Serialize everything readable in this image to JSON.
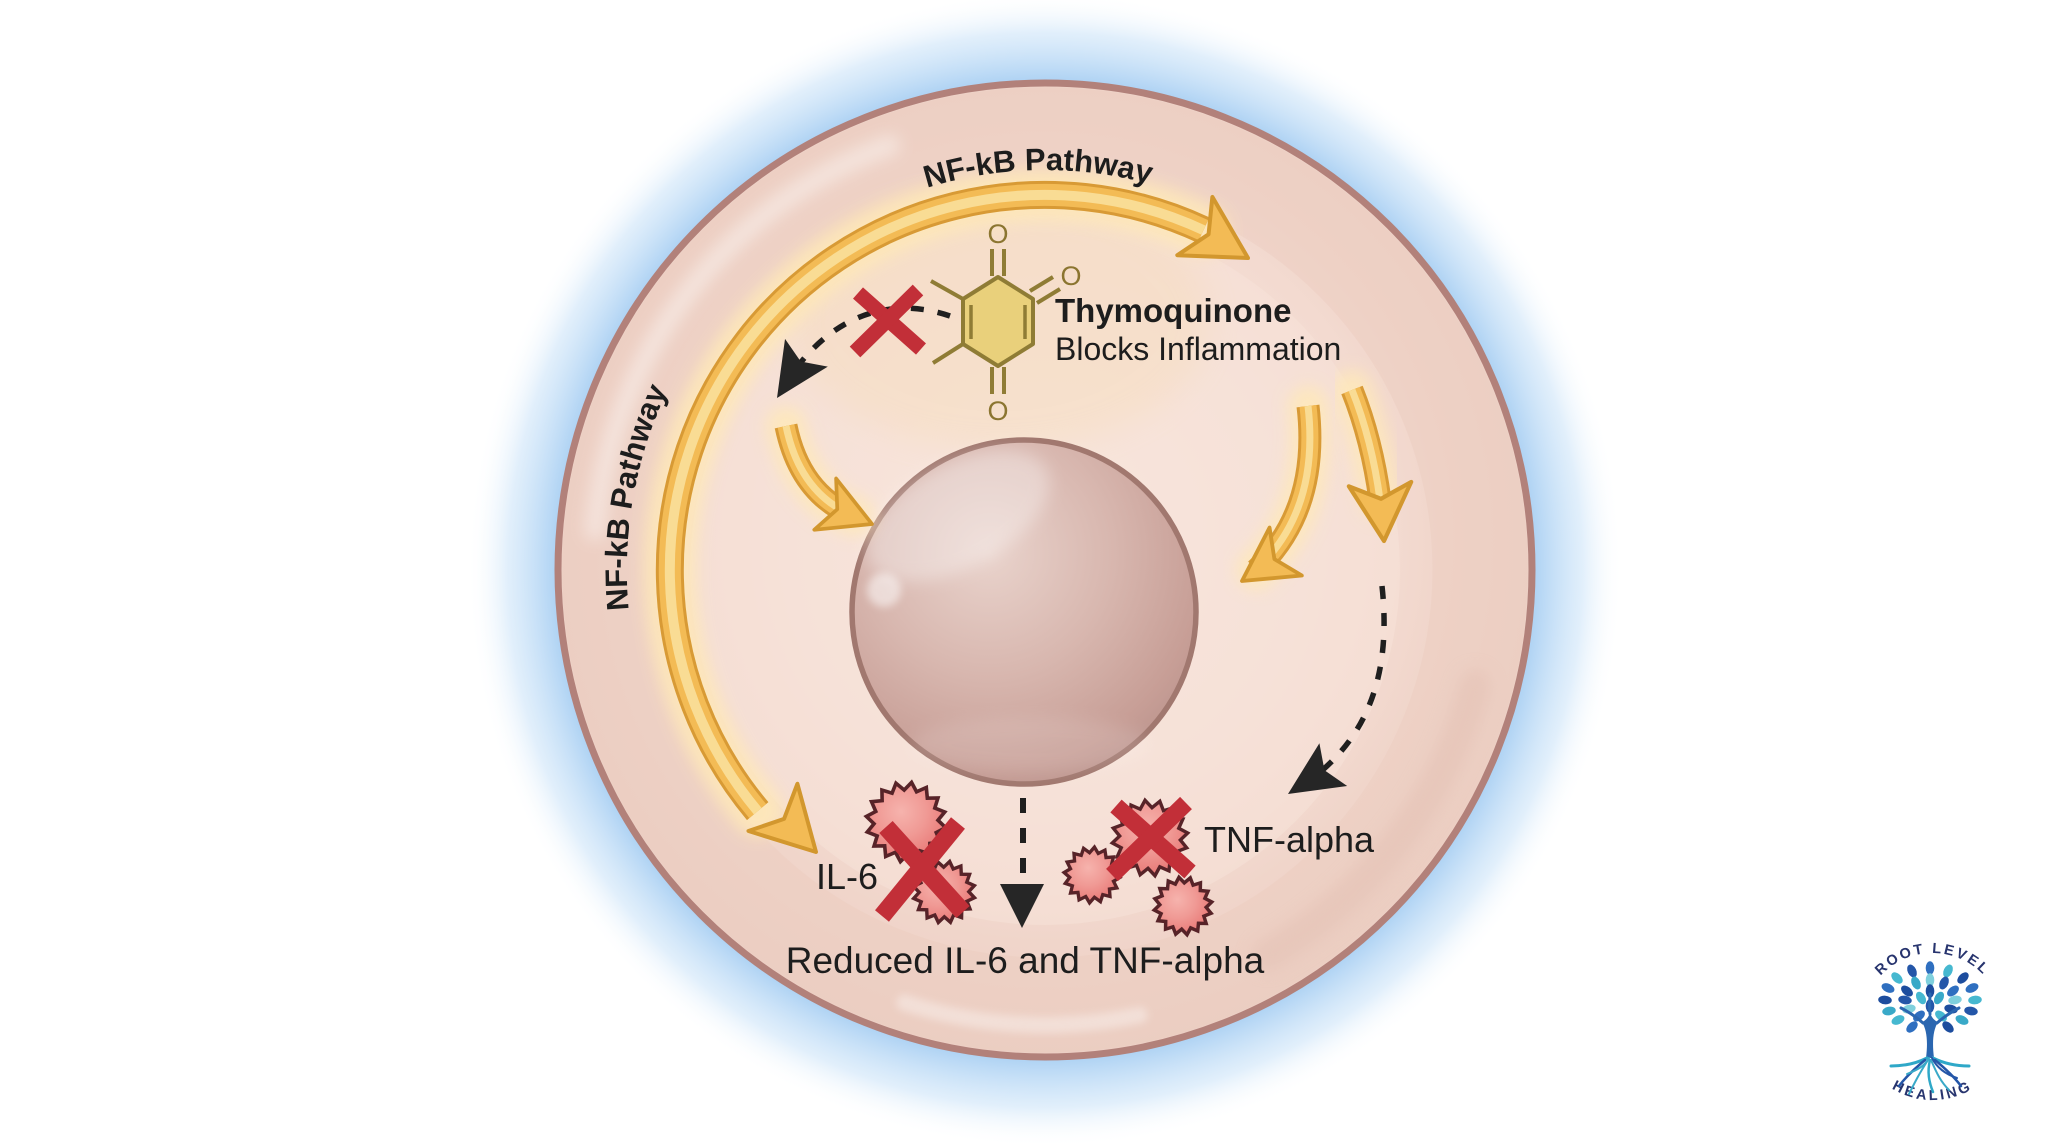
{
  "diagram": {
    "pathway_top_label": "NF-kB Pathway",
    "pathway_left_label": "NF-kB Pathway",
    "molecule": {
      "name": "Thymoquinone",
      "effect": "Blocks Inflammation",
      "atom": "O"
    },
    "cytokines": {
      "il6_label": "IL-6",
      "tnf_label": "TNF-alpha",
      "outcome_label": "Reduced IL-6 and TNF-alpha"
    },
    "colors": {
      "cell_fill": "#f3dcd2",
      "membrane": "#b2817a",
      "nucleus": "#cfaaa2",
      "arrow_yellow": "#f3bb55",
      "block_red": "#c22f38",
      "cytokine_red": "#ee8a86",
      "glow_blue": "#a5cdf2",
      "text_black": "#1d1d1d",
      "molecule_gold": "#e9d07b",
      "molecule_outline": "#8f7c35"
    }
  },
  "logo": {
    "arc_top": "ROOT LEVEL",
    "arc_bottom": "HEALING",
    "navy": "#27346e",
    "teal": "#2fa8c8",
    "blue": "#2a66b0"
  }
}
